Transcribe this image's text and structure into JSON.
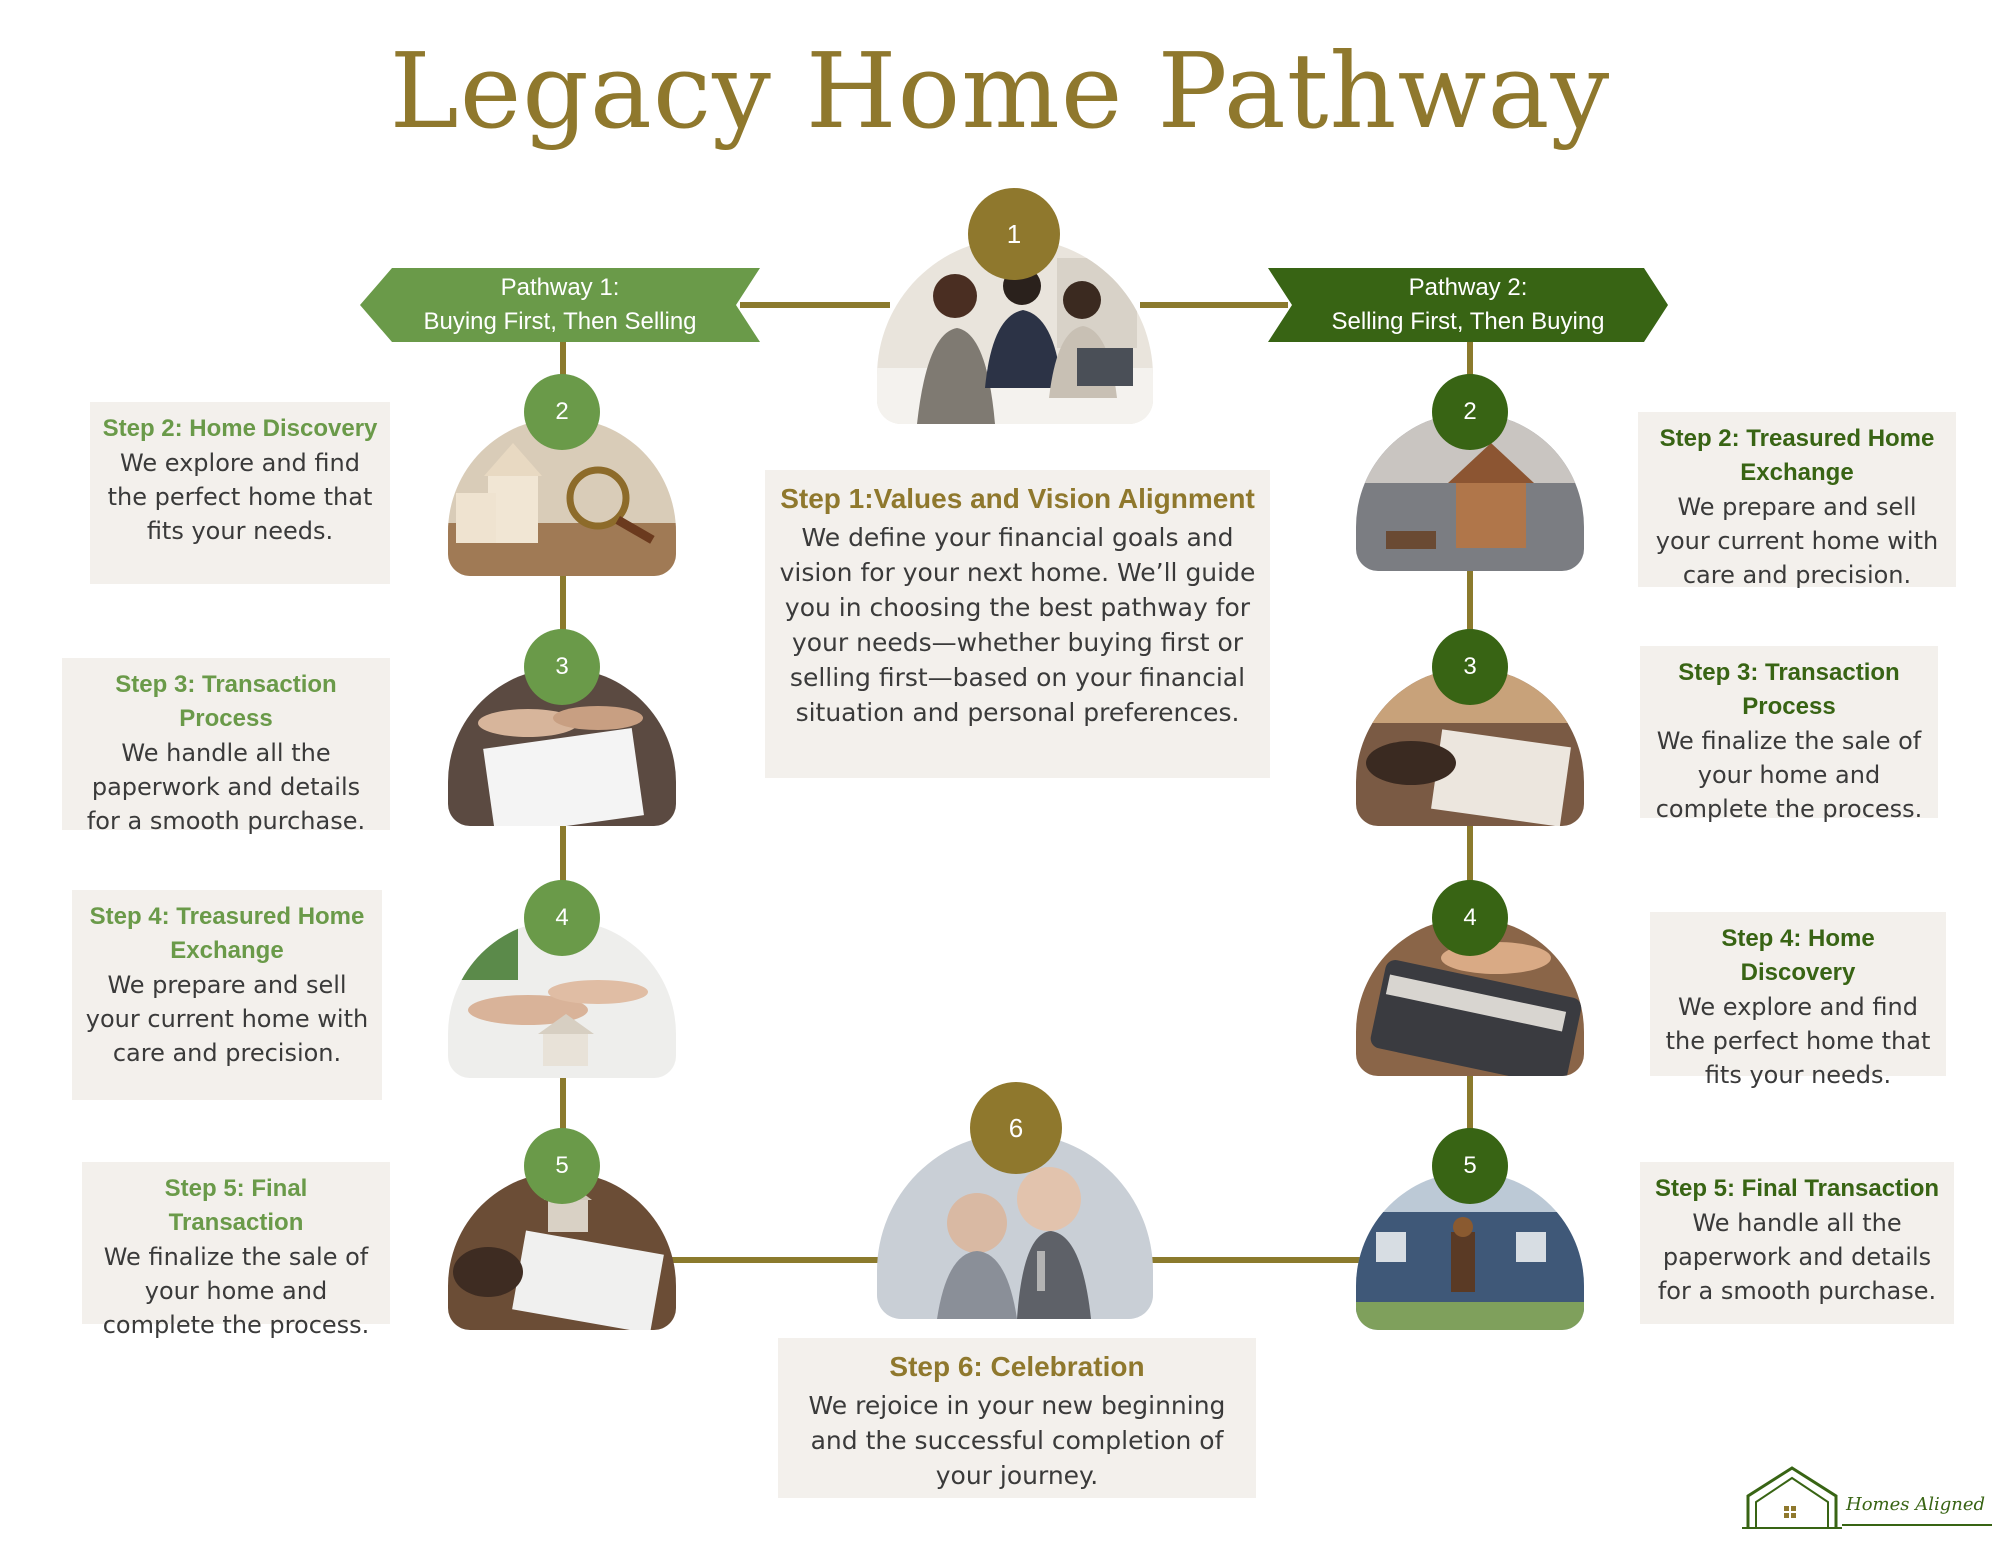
{
  "title": "Legacy Home Pathway",
  "pathway1": {
    "line1": "Pathway 1:",
    "line2": "Buying First, Then Selling"
  },
  "pathway2": {
    "line1": "Pathway 2:",
    "line2": "Selling First, Then Buying"
  },
  "center": {
    "step1": {
      "badge": "1",
      "heading": "Step 1:Values and Vision Alignment",
      "body": "We define your financial goals and vision for your next home. We’ll guide you in choosing the best pathway for your needs—whether buying first or selling first—based on your financial situation and personal preferences."
    },
    "step6": {
      "badge": "6",
      "heading": "Step 6: Celebration",
      "body": "We rejoice in your new beginning and the successful completion of your journey."
    }
  },
  "left_steps": [
    {
      "badge": "2",
      "heading": "Step 2: Home Discovery",
      "body": "We explore and find the perfect home that fits your needs."
    },
    {
      "badge": "3",
      "heading": "Step 3: Transaction Process",
      "body": "We handle all the paperwork and details for a smooth purchase."
    },
    {
      "badge": "4",
      "heading": "Step 4: Treasured Home Exchange",
      "body": "We prepare and sell your current home with care and precision."
    },
    {
      "badge": "5",
      "heading": "Step 5: Final Transaction",
      "body": "We finalize the sale of your home and complete the process."
    }
  ],
  "right_steps": [
    {
      "badge": "2",
      "heading": "Step 2: Treasured Home Exchange",
      "body": "We prepare and sell your current home with care and precision."
    },
    {
      "badge": "3",
      "heading": "Step 3: Transaction Process",
      "body": "We finalize the sale of your home and complete the process."
    },
    {
      "badge": "4",
      "heading": "Step 4: Home Discovery",
      "body": "We explore and find the perfect home that fits your needs."
    },
    {
      "badge": "5",
      "heading": "Step 5: Final Transaction",
      "body": "We handle all the paperwork and details for a smooth purchase."
    }
  ],
  "logo": {
    "text": "Homes Aligned"
  },
  "colors": {
    "gold": "#8f782d",
    "light_green": "#6a9a49",
    "dark_green": "#386414",
    "card_bg": "#f3f0ec"
  }
}
